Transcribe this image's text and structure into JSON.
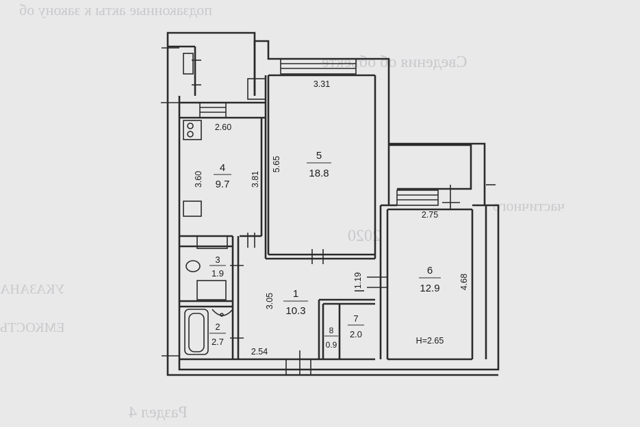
{
  "bleed_text": {
    "top_line": "подзаконные акты к закону об",
    "heading": "Сведения об объекте",
    "mid_right": "частичного",
    "value": "2020",
    "left_mid": "УКАЗАНА",
    "left_low": "ЕМКОСТЬ",
    "bottom": "Раздел 4"
  },
  "rooms": [
    {
      "id": "1",
      "area": "10.3"
    },
    {
      "id": "2",
      "area": "2.7"
    },
    {
      "id": "3",
      "area": "1.9"
    },
    {
      "id": "4",
      "area": "9.7"
    },
    {
      "id": "5",
      "area": "18.8"
    },
    {
      "id": "6",
      "area": "12.9"
    },
    {
      "id": "7",
      "area": "2.0"
    },
    {
      "id": "8",
      "area": "0.9"
    }
  ],
  "dimensions": {
    "room5_width": "3.31",
    "room5_length": "5.65",
    "room4_width": "2.60",
    "room4_length": "3.60",
    "room4_room5_wall": "3.81",
    "room6_width": "2.75",
    "room6_length": "4.68",
    "hall_length": "3.05",
    "hall_width": "2.54",
    "corridor": "1.19"
  },
  "ceiling_height": "H=2.65"
}
